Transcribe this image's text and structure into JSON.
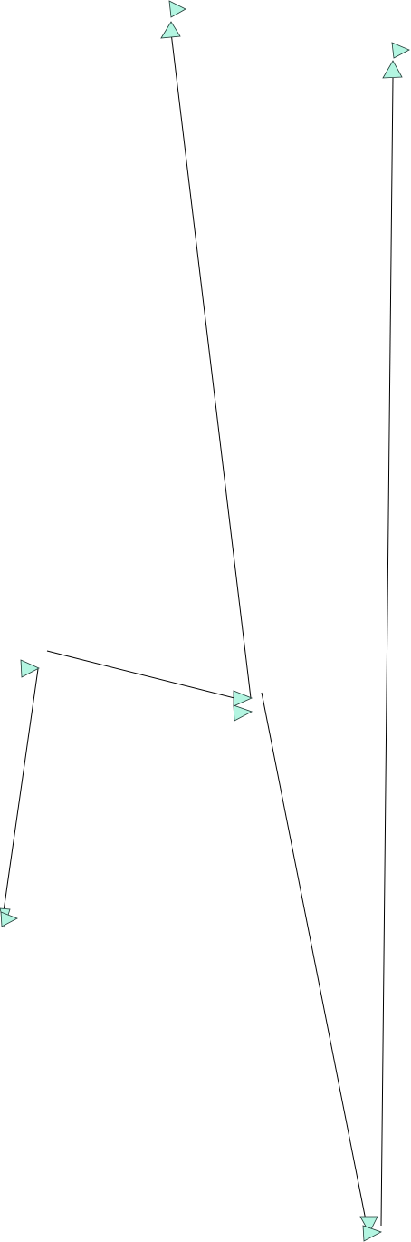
{
  "colors": {
    "background": "#ffffff",
    "line": "#000000",
    "marker_fill": "#b3f5e1",
    "marker_stroke": "#1f3a35"
  },
  "edges": [
    {
      "name": "edge-top-middle-to-center"
    },
    {
      "name": "edge-top-right-to-bottom-right"
    },
    {
      "name": "edge-left-to-center"
    },
    {
      "name": "edge-left-to-lower-left"
    },
    {
      "name": "edge-center-to-bottom-right"
    }
  ],
  "markers": [
    {
      "name": "arrow-up-icon"
    },
    {
      "name": "arrow-right-icon"
    },
    {
      "name": "arrow-up-icon"
    },
    {
      "name": "arrow-right-icon"
    },
    {
      "name": "arrow-right-icon"
    },
    {
      "name": "arrow-right-icon"
    },
    {
      "name": "arrow-right-icon"
    },
    {
      "name": "arrow-down-icon"
    },
    {
      "name": "arrow-right-icon"
    },
    {
      "name": "arrow-down-icon"
    },
    {
      "name": "arrow-right-icon"
    }
  ]
}
